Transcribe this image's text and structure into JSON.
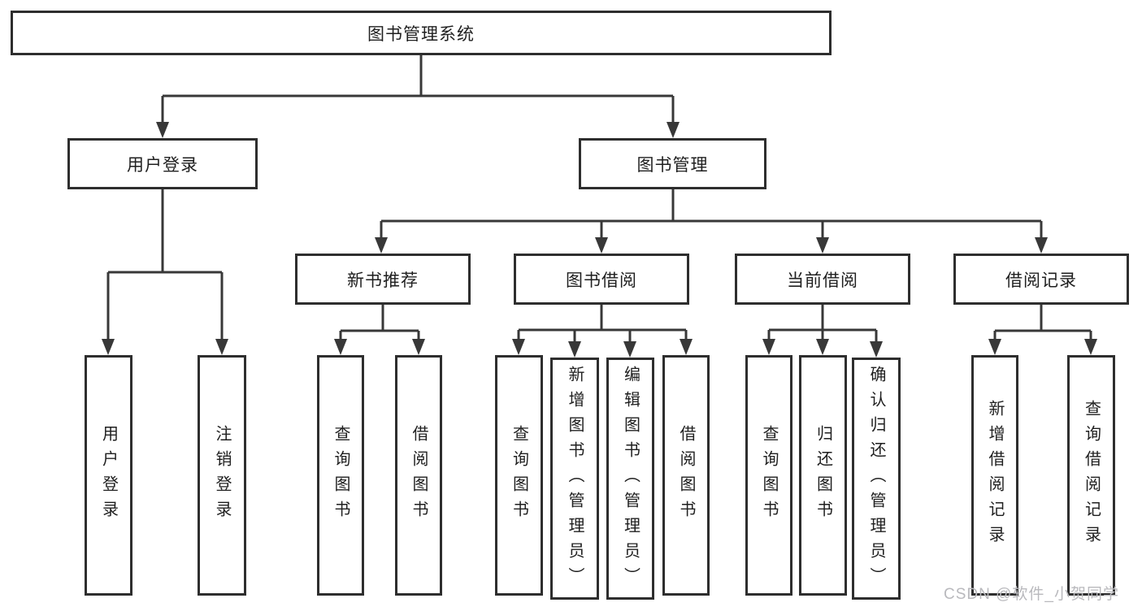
{
  "tree": {
    "root": {
      "label": "图书管理系统",
      "children": [
        {
          "label": "用户登录",
          "children": [
            {
              "label": "用户登录"
            },
            {
              "label": "注销登录"
            }
          ]
        },
        {
          "label": "图书管理",
          "children": [
            {
              "label": "新书推荐",
              "children": [
                {
                  "label": "查询图书"
                },
                {
                  "label": "借阅图书"
                }
              ]
            },
            {
              "label": "图书借阅",
              "children": [
                {
                  "label": "查询图书"
                },
                {
                  "label": "新增图书（管理员）"
                },
                {
                  "label": "编辑图书（管理员）"
                },
                {
                  "label": "借阅图书"
                }
              ]
            },
            {
              "label": "当前借阅",
              "children": [
                {
                  "label": "查询图书"
                },
                {
                  "label": "归还图书"
                },
                {
                  "label": "确认归还（管理员）"
                }
              ]
            },
            {
              "label": "借阅记录",
              "children": [
                {
                  "label": "新增借阅记录"
                },
                {
                  "label": "查询借阅记录"
                }
              ]
            }
          ]
        }
      ]
    }
  },
  "watermark": {
    "text": "CSDN @软件_小贺同学"
  },
  "colors": {
    "line": "#383838",
    "box_border": "#2e2e2e",
    "text": "#1f1f1f",
    "background": "#ffffff",
    "watermark": "#b9b9bd"
  }
}
